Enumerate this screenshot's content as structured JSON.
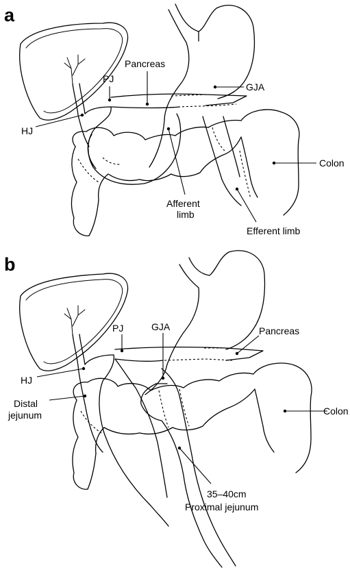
{
  "panels": [
    {
      "letter": "a",
      "labels": {
        "pancreas": "Pancreas",
        "pj": "PJ",
        "gja": "GJA",
        "hj": "HJ",
        "colon": "Colon",
        "afferent_1": "Afferent",
        "afferent_2": "limb",
        "efferent": "Efferent limb"
      }
    },
    {
      "letter": "b",
      "labels": {
        "pj": "PJ",
        "gja": "GJA",
        "pancreas": "Pancreas",
        "hj": "HJ",
        "distal_1": "Distal",
        "distal_2": "jejunum",
        "colon": "Colon",
        "proximal_1": "35–40cm",
        "proximal_2": "Proximal jejunum"
      }
    }
  ],
  "colors": {
    "line": "#000000",
    "background": "#ffffff"
  }
}
